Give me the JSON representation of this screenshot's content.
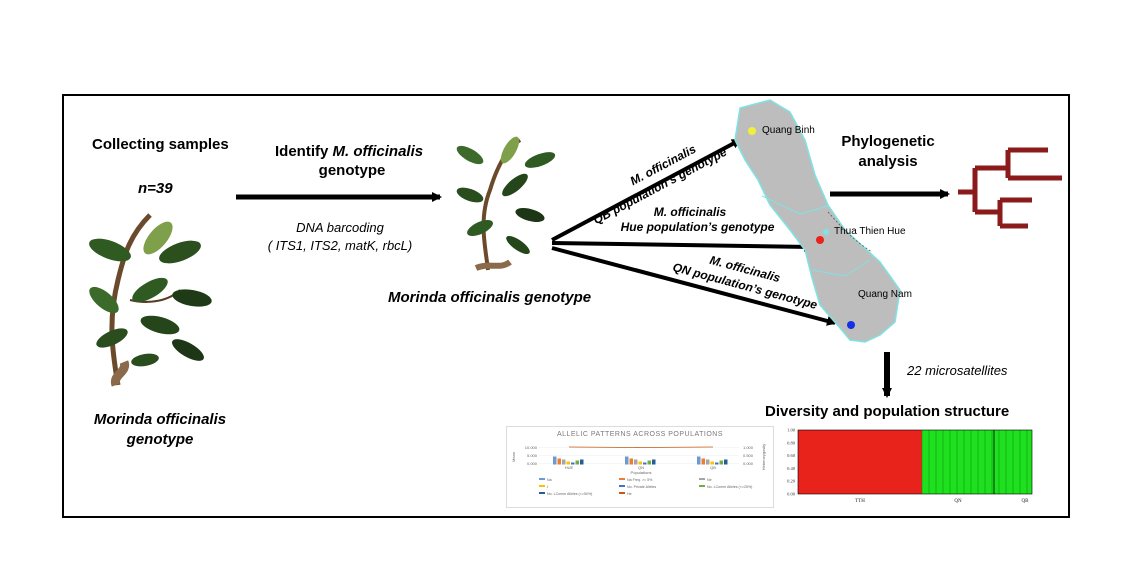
{
  "left": {
    "collecting": "Collecting  samples",
    "n": "n=39",
    "plant_caption_line1": "Morinda officinalis",
    "plant_caption_line2": "genotype"
  },
  "identify": {
    "line1_pre": "Identify ",
    "line1_species": "M. officinalis",
    "line2": "genotype",
    "barcoding_line1": "DNA barcoding",
    "barcoding_line2": "( ITS1, ITS2, matK, rbcL)"
  },
  "center_caption": "Morinda officinalis  genotype",
  "arrows": {
    "qb_line1": "M. officinalis",
    "qb_line2": "QB population’s genotype",
    "hue_line1": "M. officinalis",
    "hue_line2": "Hue population’s genotype",
    "qn_line1": "M. officinalis",
    "qn_line2": "QN population’s genotype"
  },
  "map": {
    "quang_binh": "Quang Binh",
    "thua_thien_hue": "Thua Thien Hue",
    "quang_nam": "Quang Nam",
    "colors": {
      "qb": "#f2ef3a",
      "hue": "#e8231c",
      "qn": "#1430e6",
      "land": "#bdbdbd",
      "coast": "#7fe3e3"
    }
  },
  "phylo": {
    "line1": "Phylogenetic",
    "line2": "analysis",
    "tree_color": "#8b1a1a"
  },
  "microsat": "22 microsatellites",
  "diversity": "Diversity and population structure",
  "allelic_chart": {
    "title": "ALLELIC PATTERNS ACROSS POPULATIONS",
    "xlabel": "Populations",
    "ylabel_left": "Mean",
    "ylabel_right": "Heterozygosity",
    "left_ticks": [
      "10.000",
      "5.000",
      "0.000"
    ],
    "right_ticks": [
      "1.000",
      "0.500",
      "0.000"
    ],
    "categories": [
      "HUE",
      "QN",
      "QB"
    ],
    "legend": [
      "Na",
      "Na Freq. >= 5%",
      "Ne",
      "I",
      "No. Private Alleles",
      "No. LComm Alleles (<=25%)",
      "No. LComm Alleles (<=50%)",
      "He"
    ]
  },
  "structure_chart": {
    "yticks": [
      "1.00",
      "0.80",
      "0.60",
      "0.40",
      "0.20",
      "0.00"
    ],
    "groups": [
      "TTH",
      "QN",
      "QB"
    ],
    "colors": {
      "red": "#e8231c",
      "green": "#1fe01f"
    }
  }
}
